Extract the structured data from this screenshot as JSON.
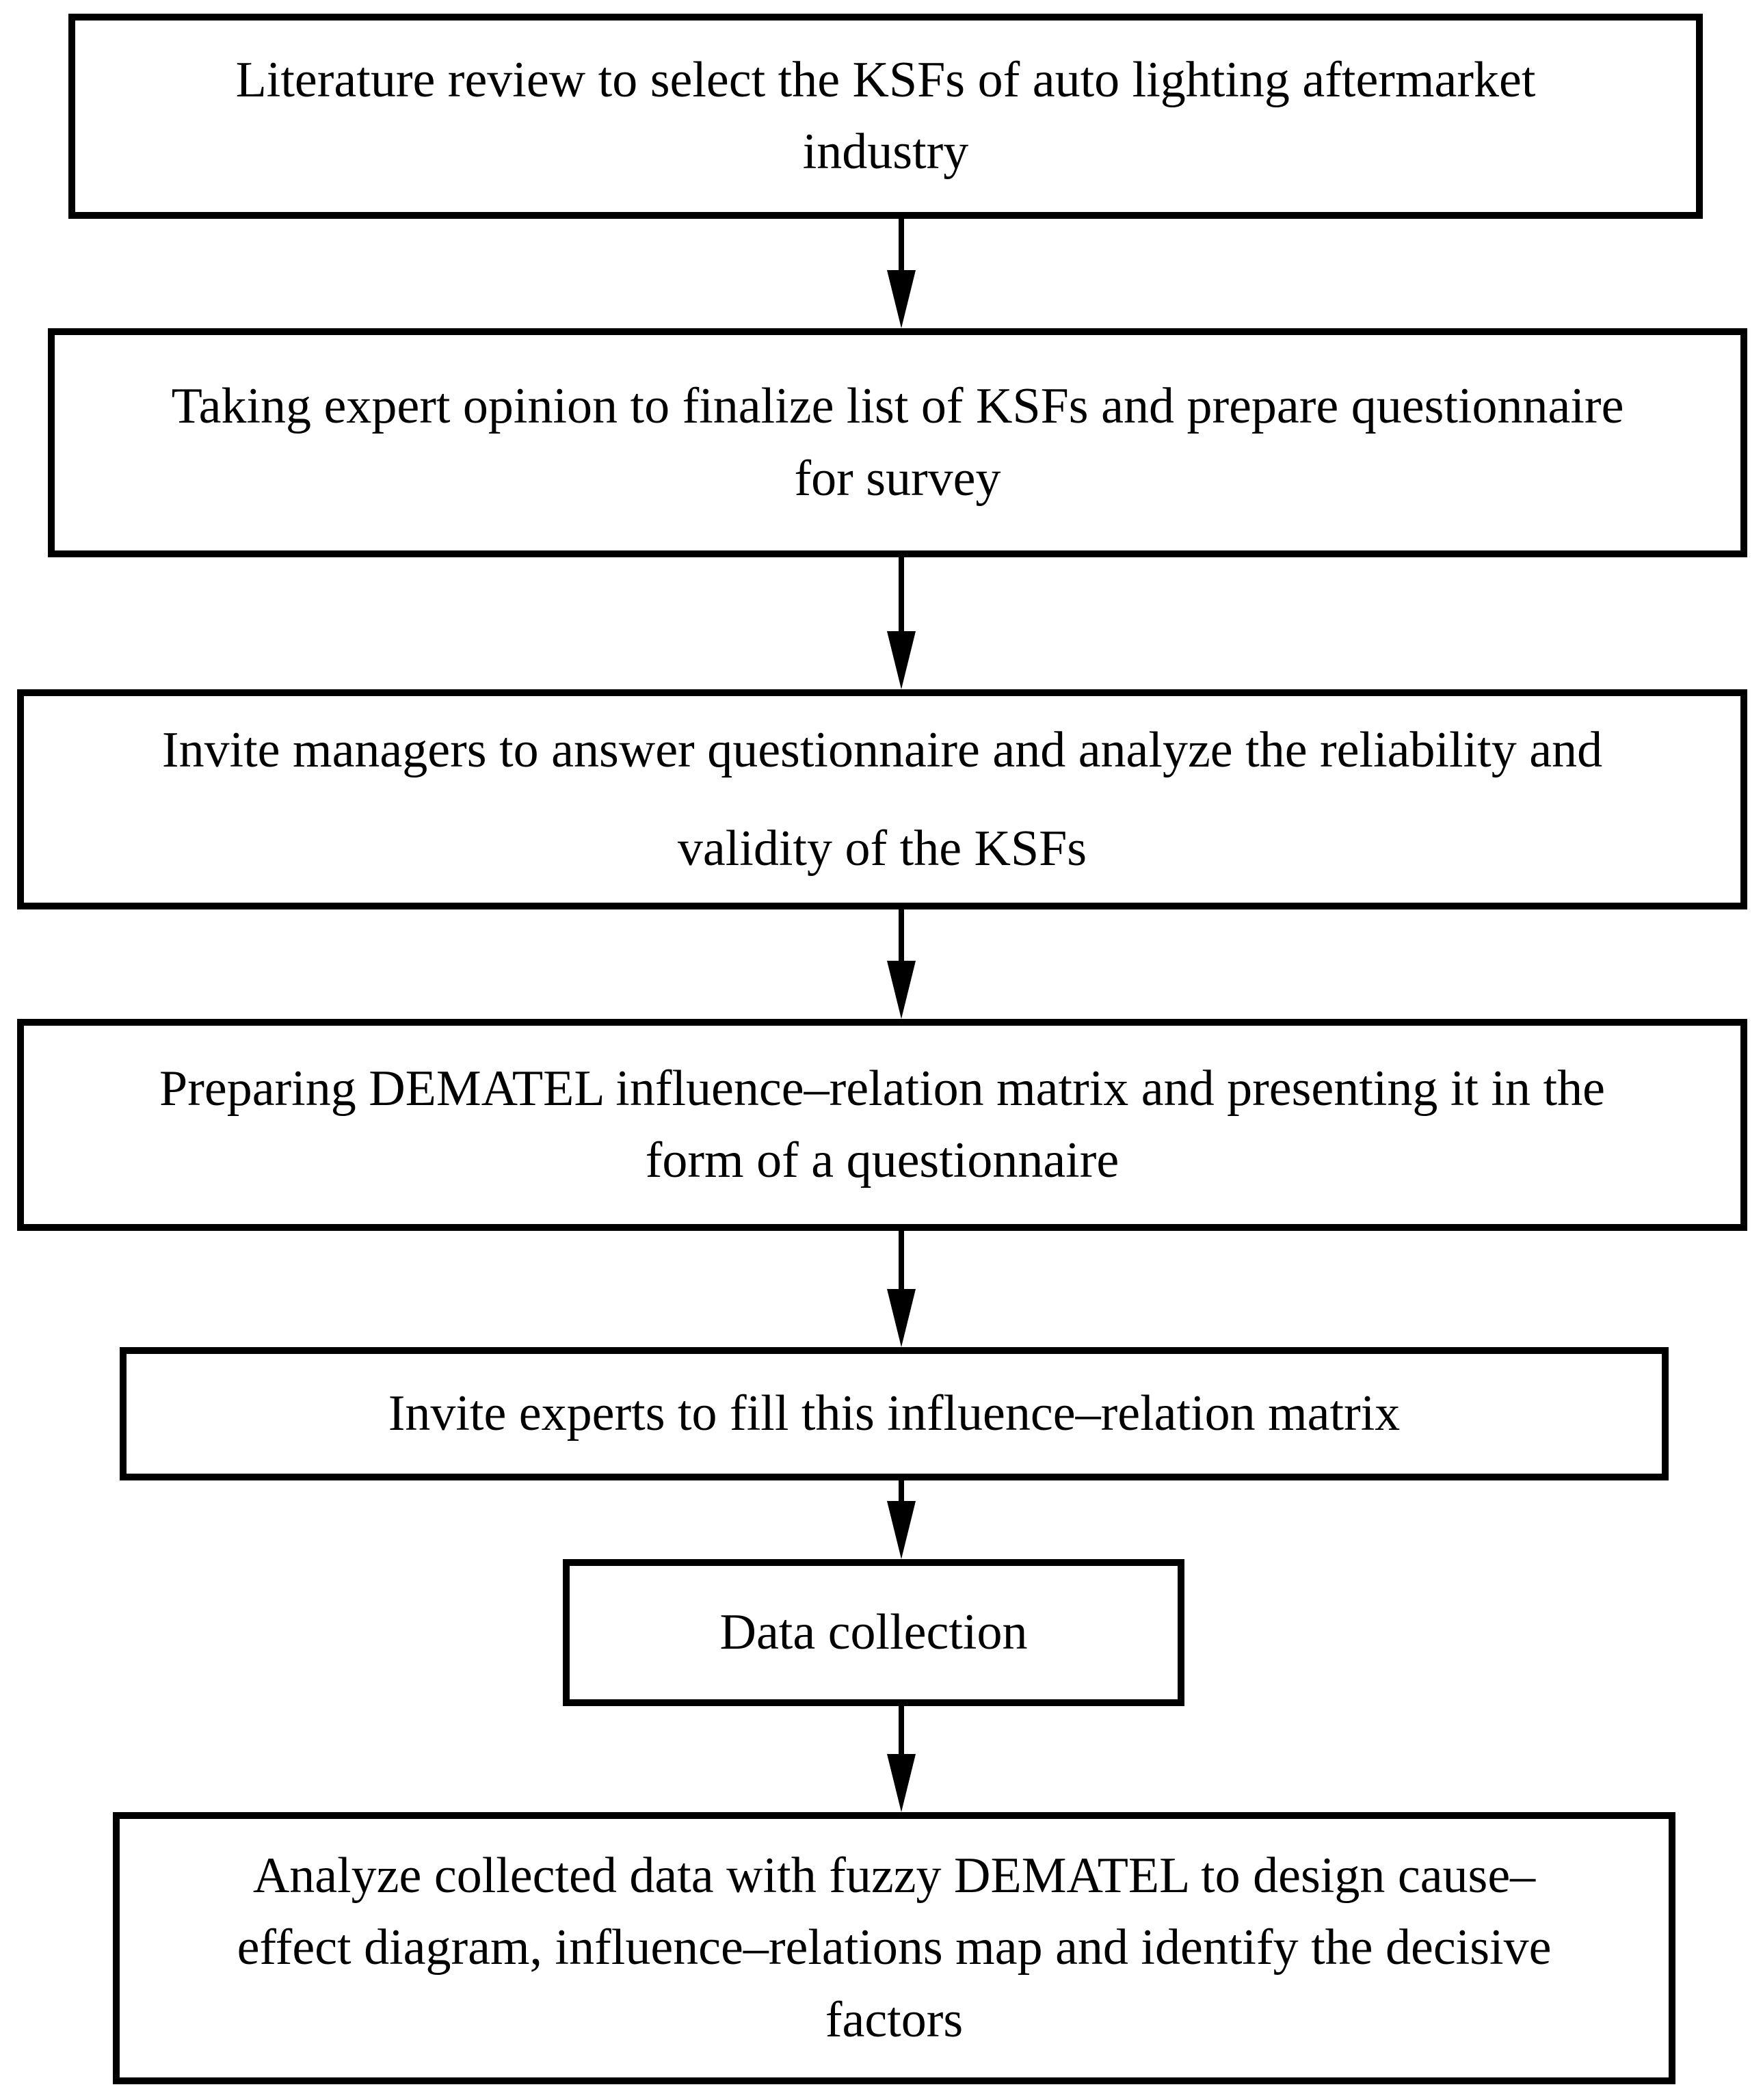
{
  "figure": {
    "type": "flowchart",
    "colors": {
      "background": "#ffffff",
      "box_border": "#000000",
      "text": "#000000",
      "arrow": "#000000"
    },
    "boxes": [
      {
        "id": "literature-review",
        "text": "Literature review to select the KSFs of auto lighting aftermarket\nindustry"
      },
      {
        "id": "expert-opinion",
        "text": "Taking expert opinion to finalize list of KSFs and prepare questionnaire\nfor survey"
      },
      {
        "id": "invite-managers",
        "text": "Invite managers to answer questionnaire and analyze the reliability and\nvalidity of the KSFs"
      },
      {
        "id": "prepare-dematel-matrix",
        "text": "Preparing DEMATEL influence–relation matrix and presenting it in the\nform of a questionnaire"
      },
      {
        "id": "invite-experts",
        "text": "Invite experts to fill this influence–relation matrix"
      },
      {
        "id": "data-collection",
        "text": "Data collection"
      },
      {
        "id": "analyze-data",
        "text": "Analyze collected data with fuzzy DEMATEL to design cause–\neffect diagram, influence–relations map and identify the decisive\nfactors"
      }
    ]
  }
}
